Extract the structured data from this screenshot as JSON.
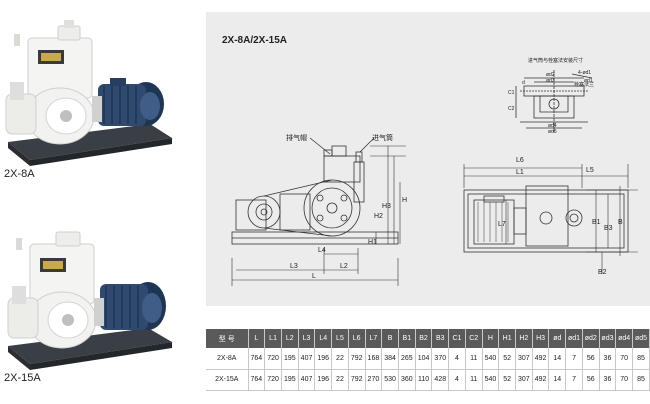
{
  "models": [
    {
      "label": "2X-8A"
    },
    {
      "label": "2X-15A"
    }
  ],
  "drawing": {
    "title": "2X-8A/2X-15A",
    "callouts": {
      "exhaust": "排气帽",
      "intake": "进气筒",
      "flange_title": "进气筒与栓塞法安装尺寸",
      "flange_note": "栓塞法兰",
      "d1": "ød1",
      "d2": "ød2",
      "d3": "ød3",
      "d4": "ød4",
      "d5": "ød5",
      "c1": "C1",
      "c2": "C2",
      "d_dim": "d",
      "n_holes": "4-ød1"
    },
    "side_dims": {
      "L": "L",
      "L2": "L2",
      "L3": "L3",
      "L4": "L4",
      "H": "H",
      "H1": "H1",
      "H2": "H2",
      "H3": "H3"
    },
    "top_dims": {
      "L1": "L1",
      "L5": "L5",
      "L6": "L6",
      "L7": "L7",
      "B": "B",
      "B1": "B1",
      "B2": "B2",
      "B3": "B3"
    }
  },
  "table": {
    "headers": [
      "型 号",
      "L",
      "L1",
      "L2",
      "L3",
      "L4",
      "L5",
      "L6",
      "L7",
      "B",
      "B1",
      "B2",
      "B3",
      "C1",
      "C2",
      "H",
      "H1",
      "H2",
      "H3",
      "ød",
      "ød1",
      "ød2",
      "ød3",
      "ød4",
      "ød5"
    ],
    "rows": [
      [
        "2X-8A",
        "764",
        "720",
        "195",
        "407",
        "196",
        "22",
        "792",
        "168",
        "384",
        "265",
        "104",
        "370",
        "4",
        "11",
        "540",
        "52",
        "307",
        "492",
        "14",
        "7",
        "56",
        "36",
        "70",
        "85"
      ],
      [
        "2X-15A",
        "764",
        "720",
        "195",
        "407",
        "196",
        "22",
        "792",
        "270",
        "530",
        "360",
        "110",
        "428",
        "4",
        "11",
        "540",
        "52",
        "307",
        "492",
        "14",
        "7",
        "56",
        "36",
        "70",
        "85"
      ]
    ]
  },
  "colors": {
    "panel_bg": "#ececec",
    "header_bg": "#5a5a5a",
    "pump_body": "#f2f2f0",
    "motor": "#2f4a6e",
    "base": "#3a3f46"
  }
}
